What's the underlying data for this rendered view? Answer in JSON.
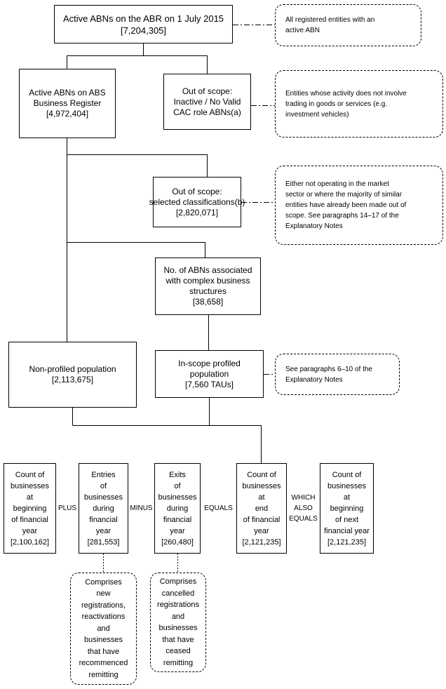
{
  "boxes": {
    "active_abr": [
      "Active ABNs on the ABR on 1 July 2015",
      "[7,204,305]"
    ],
    "abs_register": [
      "Active ABNs on ABS",
      "Business Register",
      "[4,972,404]"
    ],
    "out_scope_inactive": [
      "Out of scope:",
      "Inactive / No Valid",
      "CAC role ABNs(a)"
    ],
    "out_scope_selected": [
      "Out of scope:",
      "selected classifications(b)",
      "[2,820,071]"
    ],
    "complex": [
      "No. of ABNs associated",
      "with complex business",
      "structures",
      "[38,658]"
    ],
    "non_profiled": [
      "Non-profiled population",
      "[2,113,675]"
    ],
    "in_scope": [
      "In-scope profiled",
      "population",
      "[7,560 TAUs]"
    ],
    "count_begin": [
      "Count of",
      "businesses",
      "at",
      "beginning",
      "of financial",
      "year",
      "[2,100,162]"
    ],
    "entries": [
      "Entries",
      "of",
      "businesses",
      "during",
      "financial",
      "year",
      "[281,553]"
    ],
    "exits": [
      "Exits",
      "of",
      "businesses",
      "during",
      "financial",
      "year",
      "[260,480]"
    ],
    "count_end": [
      "Count of",
      "businesses",
      "at",
      "end",
      "of financial",
      "year",
      "[2,121,235]"
    ],
    "count_next": [
      "Count of",
      "businesses",
      "at",
      "beginning",
      "of next",
      "financial year",
      "[2,121,235]"
    ]
  },
  "notes": {
    "all_registered": [
      "All registered entities with an",
      "active ABN"
    ],
    "activity": [
      "Entities whose activity does not involve",
      "trading in goods or services (e.g.",
      "investment vehicles)"
    ],
    "either": [
      "Either not operating in the market",
      "sector or where the majority of similar",
      "entities have already been made out of",
      "scope. See paragraphs 14–17 of the",
      "Explanatory Notes"
    ],
    "see_paragraphs": [
      "See paragraphs 6–10 of the",
      "Explanatory Notes"
    ],
    "comprises_entries": [
      "Comprises",
      "new",
      "registrations,",
      "reactivations",
      "and",
      "businesses",
      "that have",
      "recommenced",
      "remitting"
    ],
    "comprises_exits": [
      "Comprises",
      "cancelled",
      "registrations",
      "and",
      "businesses",
      "that have",
      "ceased",
      "remitting"
    ]
  },
  "operators": {
    "plus": [
      "PLUS"
    ],
    "minus": [
      "MINUS"
    ],
    "equals": [
      "EQUALS"
    ],
    "which_also_equals": [
      "WHICH",
      "ALSO",
      "EQUALS"
    ]
  }
}
